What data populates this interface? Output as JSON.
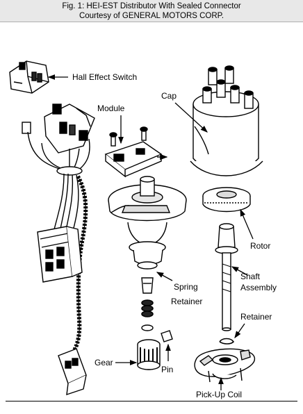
{
  "caption": {
    "line1": "Fig. 1: HEI-EST Distributor With Sealed Connector",
    "line2": "Courtesy of GENERAL MOTORS CORP."
  },
  "labels": {
    "hall_effect_switch": "Hall Effect Switch",
    "module": "Module",
    "cap": "Cap",
    "rotor": "Rotor",
    "shaft": "Shaft",
    "assembly": "Assembly",
    "spring": "Spring",
    "retainer_mid": "Retainer",
    "retainer_right": "Retainer",
    "gear": "Gear",
    "pin": "Pin",
    "pickup_coil": "Pick-Up Coil"
  }
}
